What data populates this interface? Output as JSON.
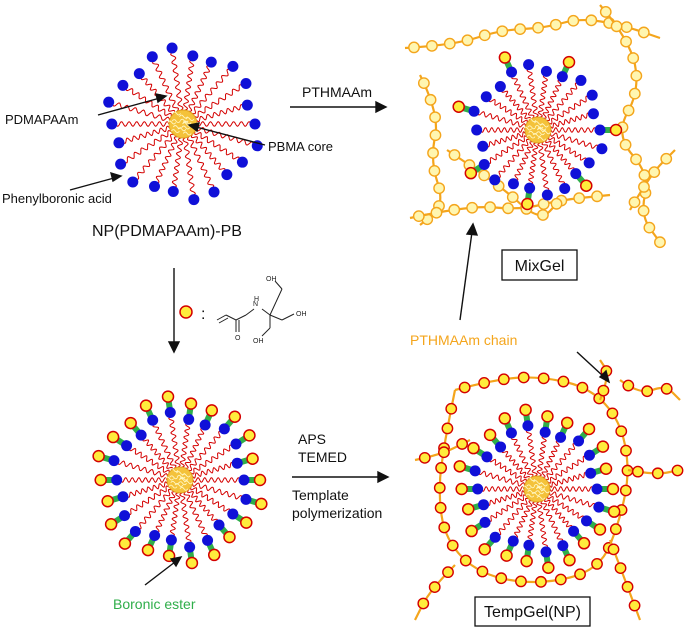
{
  "labels": {
    "pdmapaam": "PDMAPAAm",
    "pbma_core": "PBMA core",
    "phenylboronic_acid": "Phenylboronic acid",
    "np_title": "NP(PDMAPAAm)-PB",
    "pthmaam_step": "PTHMAAm",
    "mixgel": "MixGel",
    "pthmaam_chain": "PTHMAAm chain",
    "aps": "APS",
    "temed": "TEMED",
    "template_l1": "Template",
    "template_l2": "polymerization",
    "boronic_ester": "Boronic ester",
    "tempgel": "TempGel(NP)",
    "monomer_colon": ":",
    "chem_n": "N",
    "chem_h": "H",
    "chem_o": "O",
    "chem_oh": "OH"
  },
  "colors": {
    "red_chain": "#d40000",
    "blue_bead": "#1010d8",
    "yellow_bead": "#ffec3c",
    "orange_chain": "#f4a51c",
    "green_bond": "#2fae4a",
    "core": "#f4c23a",
    "text_orange": "#f4a51c",
    "text_green": "#2fae4a"
  }
}
